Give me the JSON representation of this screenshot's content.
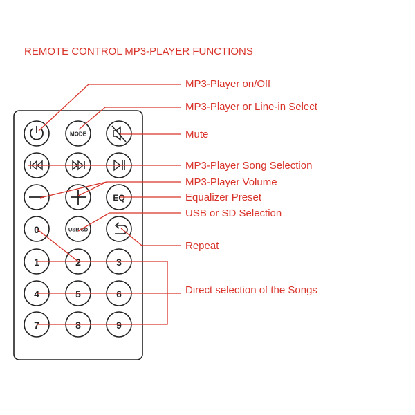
{
  "title": "REMOTE CONTROL MP3-PLAYER FUNCTIONS",
  "colors": {
    "accent": "#d9342b",
    "outline": "#222222",
    "background": "#ffffff"
  },
  "callouts": [
    "MP3-Player on/Off",
    "MP3-Player or Line-in Select",
    "Mute",
    "MP3-Player Song Selection",
    "MP3-Player Volume",
    "Equalizer Preset",
    "USB or SD Selection",
    "Repeat",
    "Direct selection of the Songs"
  ],
  "buttons": {
    "mode": "MODE",
    "eq": "EQ",
    "usb_sd": "USB/SD",
    "digits": [
      "0",
      "1",
      "2",
      "3",
      "4",
      "5",
      "6",
      "7",
      "8",
      "9"
    ]
  },
  "icons": [
    "power-icon",
    "mute-icon",
    "previous-track-icon",
    "next-track-icon",
    "play-pause-icon",
    "minus-icon",
    "plus-icon",
    "repeat-icon"
  ]
}
